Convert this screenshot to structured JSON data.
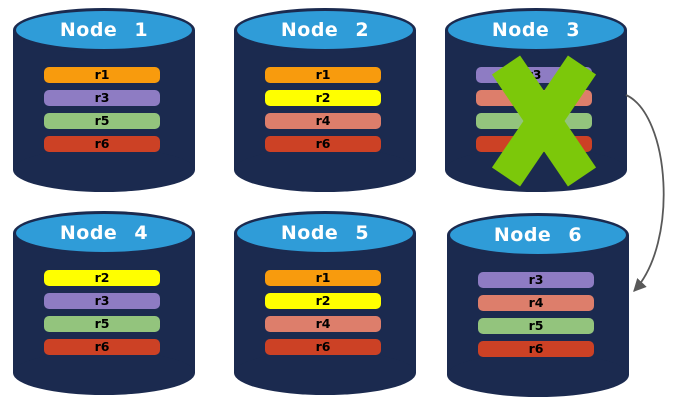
{
  "palette": {
    "cylinder_body": "#1B2A4F",
    "cylinder_top": "#2F9CD8",
    "title_text": "#FFFFFF",
    "bar_text": "#000000",
    "failure_x": "#7CC80A",
    "arrow": "#595959"
  },
  "nodes": [
    {
      "title": "Node 1",
      "bars": [
        {
          "label": "r1",
          "color": "#F89B0D"
        },
        {
          "label": "r3",
          "color": "#8E7CC3"
        },
        {
          "label": "r5",
          "color": "#93C47D"
        },
        {
          "label": "r6",
          "color": "#CC4125"
        }
      ]
    },
    {
      "title": "Node 2",
      "bars": [
        {
          "label": "r1",
          "color": "#F89B0D"
        },
        {
          "label": "r2",
          "color": "#FFFF00"
        },
        {
          "label": "r4",
          "color": "#DD7E6B"
        },
        {
          "label": "r6",
          "color": "#CC4125"
        }
      ]
    },
    {
      "title": "Node 3",
      "failed": true,
      "bars": [
        {
          "label": "r3",
          "color": "#8E7CC3"
        },
        {
          "label": "r4",
          "color": "#DD7E6B"
        },
        {
          "label": "r5",
          "color": "#93C47D"
        },
        {
          "label": "r6",
          "color": "#CC4125"
        }
      ]
    },
    {
      "title": "Node 4",
      "bars": [
        {
          "label": "r2",
          "color": "#FFFF00"
        },
        {
          "label": "r3",
          "color": "#8E7CC3"
        },
        {
          "label": "r5",
          "color": "#93C47D"
        },
        {
          "label": "r6",
          "color": "#CC4125"
        }
      ]
    },
    {
      "title": "Node 5",
      "bars": [
        {
          "label": "r1",
          "color": "#F89B0D"
        },
        {
          "label": "r2",
          "color": "#FFFF00"
        },
        {
          "label": "r4",
          "color": "#DD7E6B"
        },
        {
          "label": "r6",
          "color": "#CC4125"
        }
      ]
    },
    {
      "title": "Node 6",
      "bars": [
        {
          "label": "r3",
          "color": "#8E7CC3"
        },
        {
          "label": "r4",
          "color": "#DD7E6B"
        },
        {
          "label": "r5",
          "color": "#93C47D"
        },
        {
          "label": "r6",
          "color": "#CC4125"
        }
      ]
    }
  ],
  "annotations": {
    "failed_node": "Node 3",
    "failure_mark": "green-x",
    "arrow_from": "Node 3",
    "arrow_to": "Node 6"
  }
}
